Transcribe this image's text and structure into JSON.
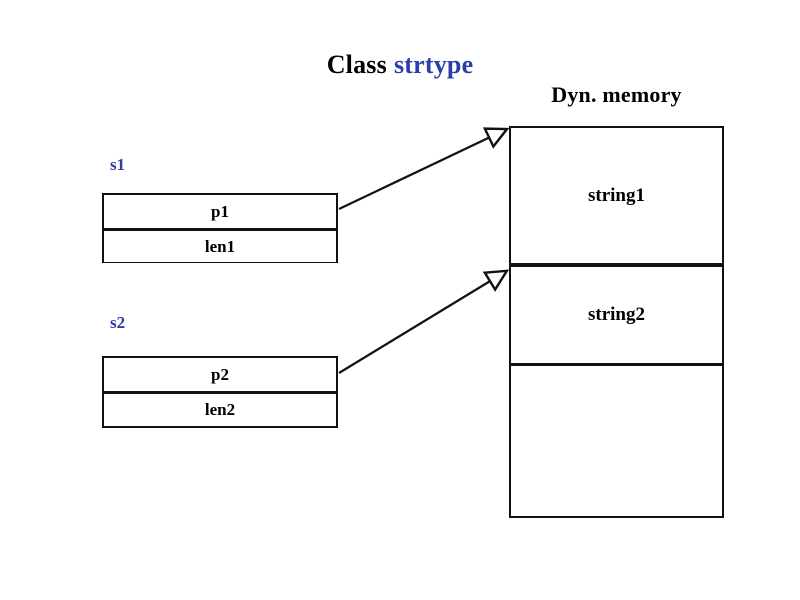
{
  "title": {
    "keyword": "Class",
    "class_name": "strtype",
    "accent_color": "#2B3FA8"
  },
  "heap": {
    "title": "Dyn. memory",
    "cells": [
      {
        "label": "string1"
      },
      {
        "label": "string2"
      },
      {
        "label": ""
      }
    ]
  },
  "objects": [
    {
      "name": "s1",
      "pointer_field": "p1",
      "length_field": "len1"
    },
    {
      "name": "s2",
      "pointer_field": "p2",
      "length_field": "len2"
    }
  ],
  "arrows": [
    {
      "from": "p1",
      "to": "string1"
    },
    {
      "from": "p2",
      "to": "string2"
    }
  ]
}
